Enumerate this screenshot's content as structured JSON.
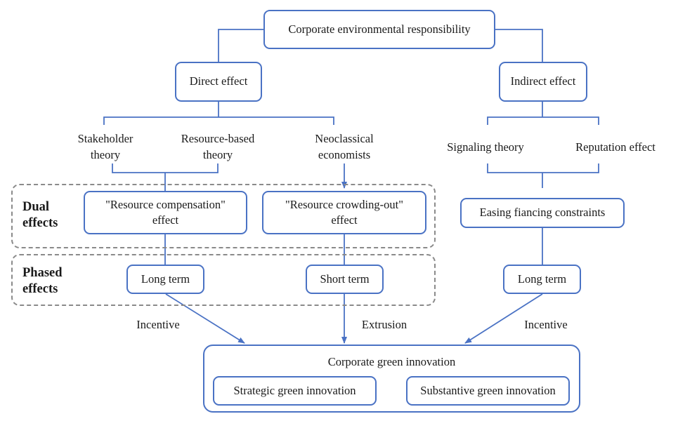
{
  "top": "Corporate environmental responsibility",
  "direct": "Direct effect",
  "indirect": "Indirect effect",
  "theories": {
    "stakeholder": [
      "Stakeholder",
      "theory"
    ],
    "resource_based": [
      "Resource-based",
      "theory"
    ],
    "neoclassical": [
      "Neoclassical",
      "economists"
    ],
    "signaling": "Signaling theory",
    "reputation": "Reputation effect"
  },
  "dual_label": [
    "Dual",
    "effects"
  ],
  "phased_label": [
    "Phased",
    "effects"
  ],
  "compensation": [
    "\"Resource compensation\"",
    "effect"
  ],
  "crowding_out": [
    "\"Resource crowding-out\"",
    "effect"
  ],
  "easing": "Easing fiancing constraints",
  "long_term_left": "Long term",
  "short_term": "Short term",
  "long_term_right": "Long term",
  "edge_labels": {
    "incentive_left": "Incentive",
    "extrusion": "Extrusion",
    "incentive_right": "Incentive"
  },
  "green": {
    "title": "Corporate green innovation",
    "strategic": "Strategic green innovation",
    "substantive": "Substantive green innovation"
  },
  "colors": {
    "accent": "#4a72c4",
    "dashed": "#8a8a8a"
  }
}
